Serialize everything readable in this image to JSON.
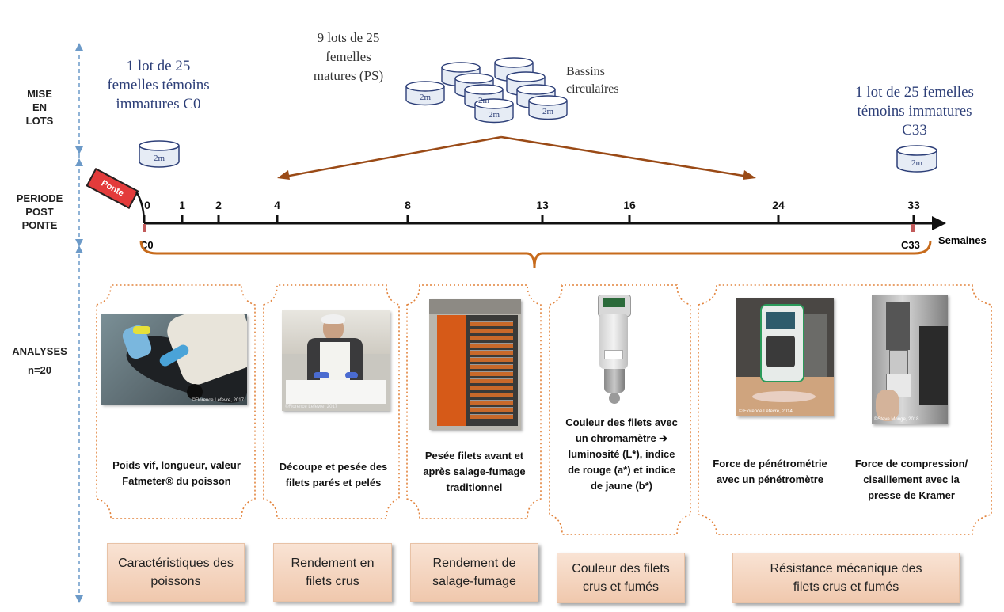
{
  "row_labels": {
    "mise": [
      "MISE",
      "EN",
      "LOTS"
    ],
    "periode": [
      "PERIODE",
      "POST",
      "PONTE"
    ],
    "analyses": [
      "ANALYSES",
      "n=20"
    ]
  },
  "lots": {
    "c0": "1 lot de 25 femelles témoins immatures C0",
    "ps": "9 lots de 25 femelles matures (PS)",
    "bassins": "Bassins circulaires",
    "c33": "1 lot de 25 femelles témoins immatures C33",
    "tank_label": "2m"
  },
  "ponte_badge": "Ponte",
  "timeline": {
    "ticks": [
      "0",
      "1",
      "2",
      "4",
      "8",
      "13",
      "16",
      "24",
      "33"
    ],
    "start_marker": "C0",
    "end_marker": "C33",
    "unit": "Semaines"
  },
  "analyses": [
    {
      "description": "Poids vif, longueur, valeur Fatmeter® du poisson",
      "category": "Caractéristiques des poissons"
    },
    {
      "description": "Découpe et pesée des filets parés et pelés",
      "category": "Rendement en filets crus"
    },
    {
      "description": "Pesée filets avant et après salage-fumage traditionnel",
      "category": "Rendement de salage-fumage"
    },
    {
      "description": "Couleur des filets avec un chromamètre ➔ luminosité (L*), indice de rouge (a*) et indice de jaune (b*)",
      "category": "Couleur des filets crus et fumés"
    },
    {
      "description_a": "Force de pénétrométrie avec un pénétromètre",
      "description_b": "Force de compression/ cisaillement avec la presse de Kramer",
      "category": "Résistance mécanique des filets crus et fumés"
    }
  ],
  "photo_credits": {
    "p1": "©Florence Lefevre, 2017",
    "p2": "©Florence Lefevre, 2017",
    "p5": "© Florence Lefevre, 2014",
    "p6": "©Steve Monge, 2018"
  },
  "colors": {
    "accent_orange": "#c76b1c",
    "arrow_brown": "#9a4a16",
    "dotted_orange": "#e2833c",
    "axis_blue": "#6c9ac8",
    "text_blue": "#2d3f78",
    "badge_red": "#e33b3b"
  }
}
